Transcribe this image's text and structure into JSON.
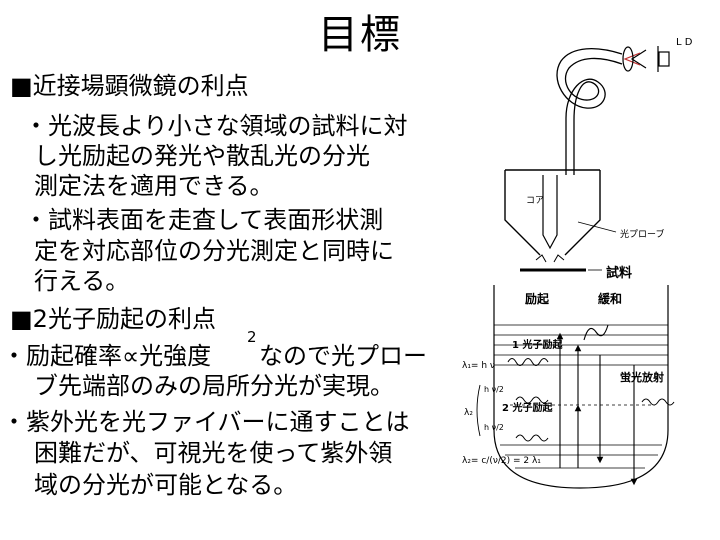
{
  "title": "目標",
  "left_text": {
    "nf_heading": "■近接場顕微鏡の利点",
    "nf_b1_l1": "・光波長より小さな領域の試料に対",
    "nf_b1_l2": "し光励起の発光や散乱光の分光",
    "nf_b1_l3": "測定法を適用できる。",
    "nf_b2_l1": "・試料表面を走査して表面形状測",
    "nf_b2_l2": "定を対応部位の分光測定と同時に",
    "nf_b2_l3": "行える。",
    "tp_heading": "■2光子励起の利点",
    "tp_b1_l1a": "・励起確率∝光強度",
    "tp_b1_sup": "2",
    "tp_b1_l1b": "なので光プロー",
    "tp_b1_l2": "ブ先端部のみの局所分光が実現。",
    "tp_b2_l1": "・紫外光を光ファイバーに通すことは",
    "tp_b2_l2": "困難だが、可視光を使って紫外領",
    "tp_b2_l3": "域の分光が可能となる。"
  },
  "diagram": {
    "ld": "L D",
    "core": "コア",
    "probe": "光プローブ",
    "sample": "試料",
    "excitation": "励起",
    "relaxation": "緩和",
    "one_photon": "1 光子励起",
    "two_photon": "2 光子励起",
    "fluorescence": "蛍光放射",
    "lambda1": "λ₁= h ν",
    "lambda2": "λ₂",
    "h_nu_2": "h ν/2",
    "lambda_eq": "λ₂= c/(ν/2) = 2 λ₁"
  }
}
